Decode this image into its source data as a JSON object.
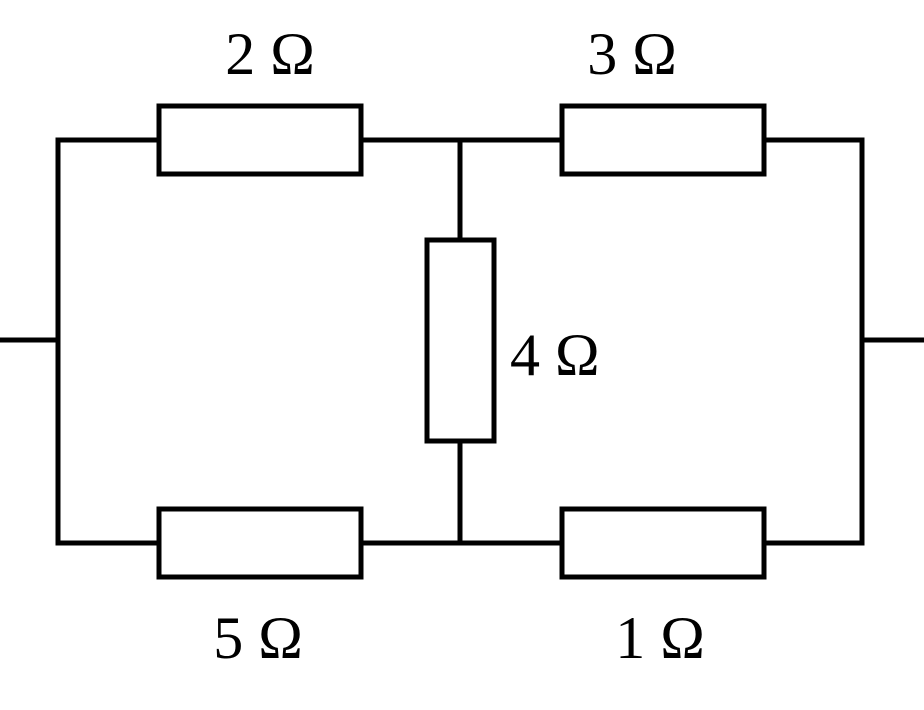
{
  "diagram": {
    "type": "resistor-bridge-circuit",
    "resistors": [
      {
        "id": "top-left",
        "label": "2 Ω",
        "ohms": 2
      },
      {
        "id": "top-right",
        "label": "3 Ω",
        "ohms": 3
      },
      {
        "id": "middle",
        "label": "4 Ω",
        "ohms": 4
      },
      {
        "id": "bottom-left",
        "label": "5 Ω",
        "ohms": 5
      },
      {
        "id": "bottom-right",
        "label": "1 Ω",
        "ohms": 1
      }
    ]
  }
}
